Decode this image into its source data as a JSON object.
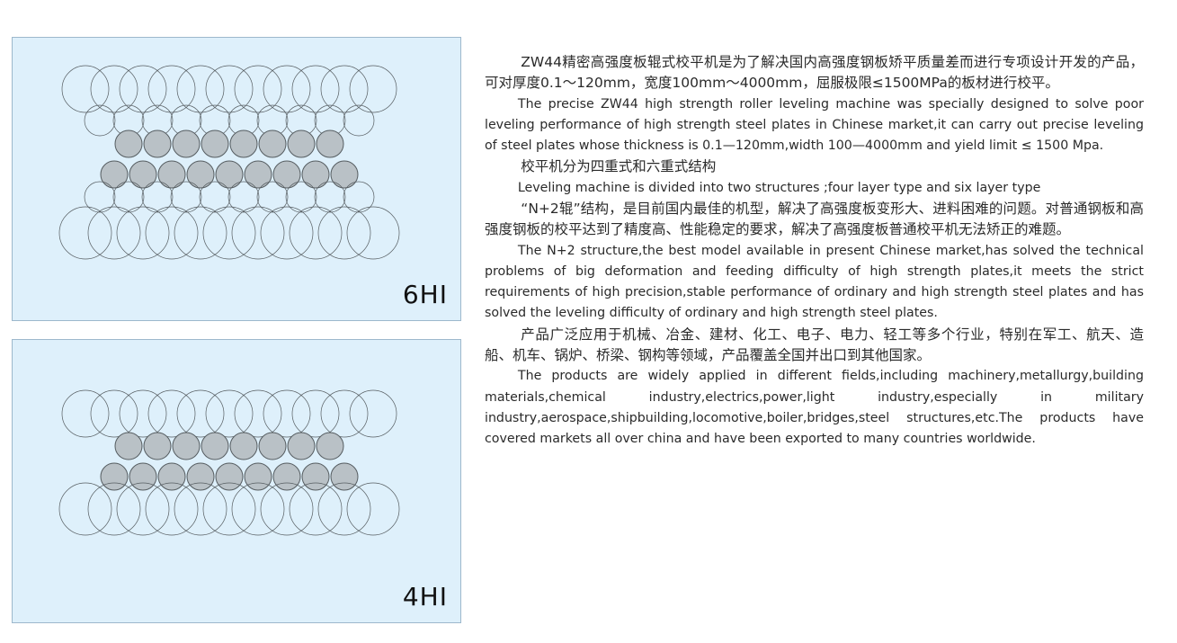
{
  "panels": [
    {
      "id": "6hi",
      "label": "6HI",
      "rows": [
        {
          "count": 11,
          "type": "outline"
        },
        {
          "count": 10,
          "type": "outline"
        },
        {
          "count": 8,
          "type": "filled"
        },
        {
          "count": 9,
          "type": "filled"
        },
        {
          "count": 10,
          "type": "outline"
        },
        {
          "count": 11,
          "type": "outline"
        }
      ]
    },
    {
      "id": "4hi",
      "label": "4HI",
      "rows": [
        {
          "count": 11,
          "type": "outline"
        },
        {
          "count": 8,
          "type": "filled"
        },
        {
          "count": 9,
          "type": "filled"
        },
        {
          "count": 11,
          "type": "outline"
        }
      ]
    }
  ],
  "colors": {
    "panel_bg": "#def0fb",
    "panel_border": "#9db8cc",
    "roll_fill": "#b9c1c6",
    "roll_stroke": "#555c60"
  },
  "paragraphs": [
    {
      "lang": "cn",
      "text": "ZW44精密高强度板辊式校平机是为了解决国内高强度钢板矫平质量差而进行专项设计开发的产品，可对厚度0.1～120mm，宽度100mm～4000mm，屈服极限≤1500MPa的板材进行校平。"
    },
    {
      "lang": "en",
      "text": "The precise ZW44 high strength roller leveling machine was specially designed to solve poor leveling performance of high strength steel plates in Chinese market,it can carry out precise leveling of steel plates whose thickness is 0.1—120mm,width 100—4000mm and yield limit ≤ 1500 Mpa."
    },
    {
      "lang": "cn",
      "text": "校平机分为四重式和六重式结构"
    },
    {
      "lang": "en",
      "text": "Leveling machine is divided into two structures ;four layer type and six layer type"
    },
    {
      "lang": "cn",
      "text": "“N+2辊”结构，是目前国内最佳的机型，解决了高强度板变形大、进料困难的问题。对普通钢板和高强度钢板的校平达到了精度高、性能稳定的要求，解决了高强度板普通校平机无法矫正的难题。"
    },
    {
      "lang": "en",
      "text": "The N+2 structure,the best model available in present Chinese market,has solved the technical problems of big deformation and feeding difficulty of high strength plates,it meets the strict requirements of high precision,stable performance of ordinary and high strength steel plates and has solved the leveling difficulty of ordinary and high strength steel plates."
    },
    {
      "lang": "cn",
      "text": "产品广泛应用于机械、冶金、建材、化工、电子、电力、轻工等多个行业，特别在军工、航天、造船、机车、锅炉、桥梁、钢构等领域，产品覆盖全国并出口到其他国家。"
    },
    {
      "lang": "en",
      "text": "The products are widely applied in different fields,including machinery,metallurgy,building materials,chemical industry,electrics,power,light industry,especially in military industry,aerospace,shipbuilding,locomotive,boiler,bridges,steel structures,etc.The products have covered markets all over china and have been exported to many countries worldwide."
    }
  ]
}
